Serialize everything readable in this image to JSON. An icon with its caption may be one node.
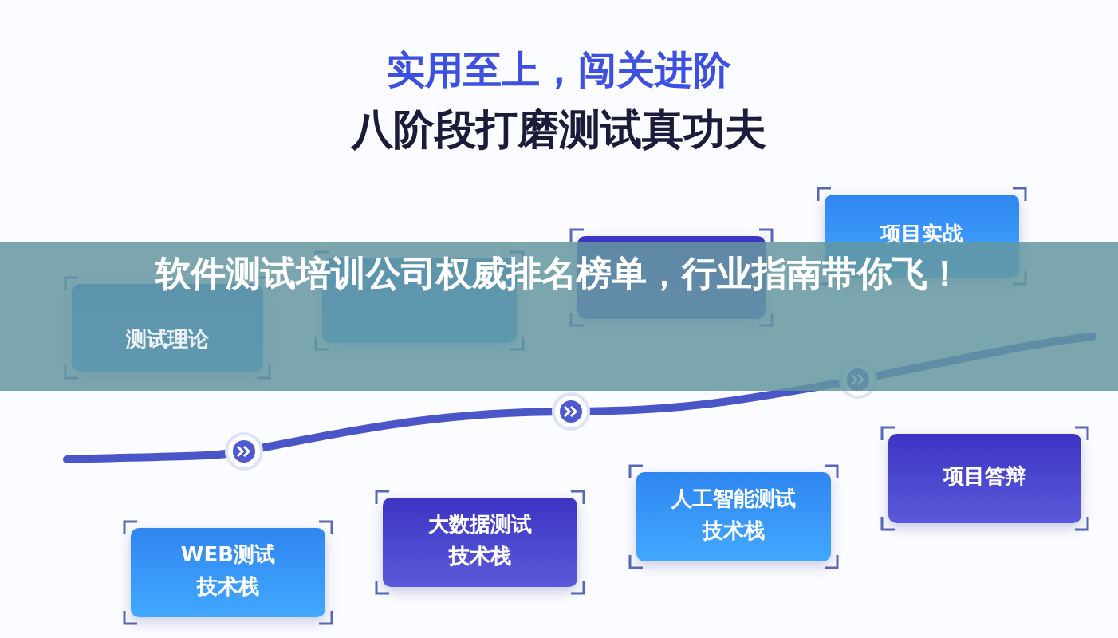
{
  "diagram": {
    "title": "实用至上，闯关进阶",
    "nodes": [
      {
        "text": [
          "测试理论"
        ]
      },
      {
        "text": [],
        "shape": "box"
      },
      {
        "text": [],
        "shape": "box"
      },
      {
        "text": [
          "项目实战"
        ]
      },
      {
        "text": [
          "WEB测试技术栈"
        ]
      },
      {
        "text": [
          "大数据测试技术栈"
        ]
      },
      {
        "text": [
          "人工智能测试技术栈"
        ]
      },
      {
        "text": [
          "项目答辩"
        ]
      }
    ],
    "labels": [
      "八阶段打磨测试真功夫",
      "软件测试培训公司权威排名榜单，行业指南带你飞！"
    ]
  }
}
